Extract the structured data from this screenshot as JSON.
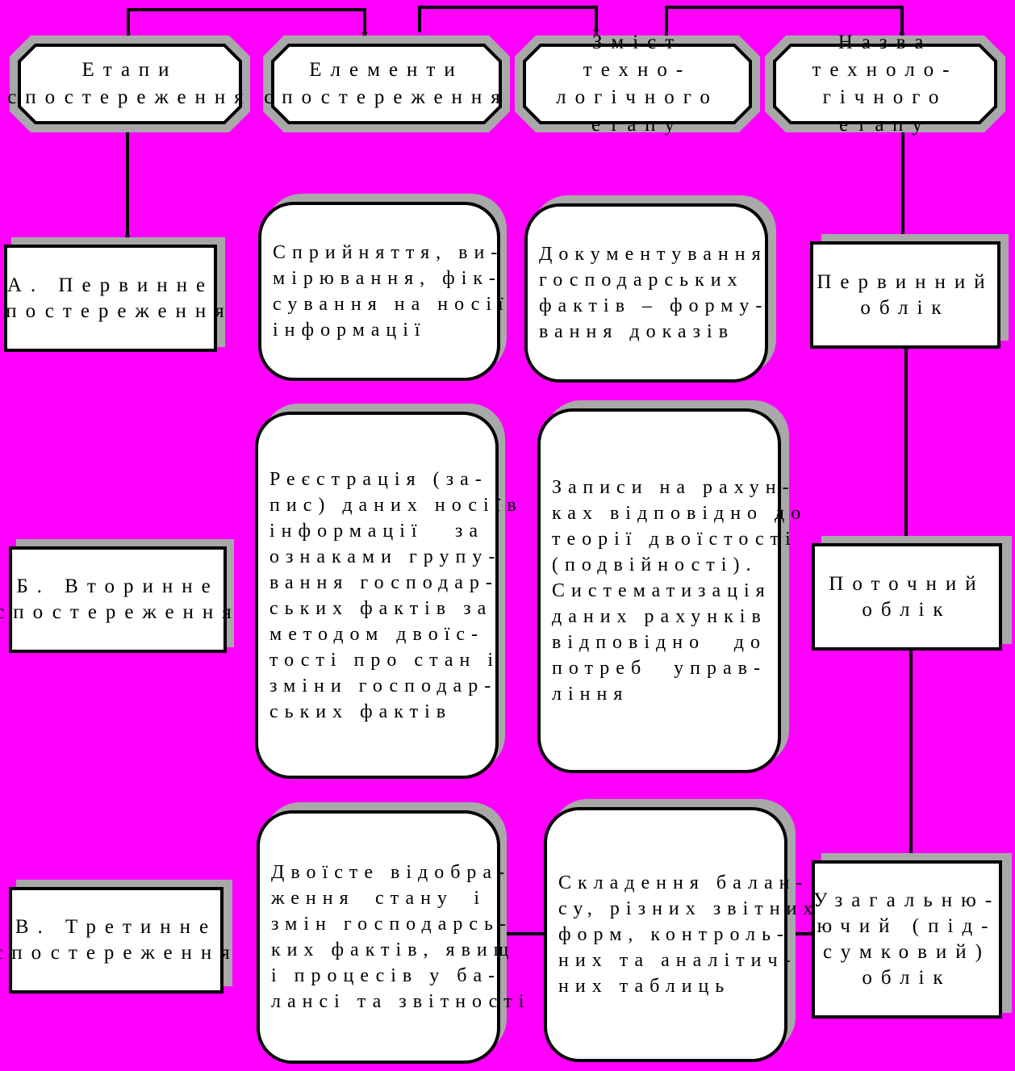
{
  "colors": {
    "background": "#ff00ff",
    "box_fill": "#ffffff",
    "shadow": "#a8a8a8",
    "line": "#000000"
  },
  "headers": [
    {
      "id": "stages",
      "text": "Етапи\nспостереження"
    },
    {
      "id": "elements",
      "text": "Елементи\nспостереження"
    },
    {
      "id": "content",
      "text": "Зміст техно-\nлогічного етапу"
    },
    {
      "id": "name",
      "text": "Назва техноло-\nгічного етапу"
    }
  ],
  "stages": [
    {
      "text": "А. Первинне\nспостереження"
    },
    {
      "text": "Б. Вторинне\nспостереження"
    },
    {
      "text": "В. Третинне\nспостереження"
    }
  ],
  "elements": [
    {
      "lines": [
        "Сприйняття, ви-",
        "мірювання, фік-",
        "сування на носії",
        "інформації"
      ]
    },
    {
      "lines": [
        "Реєстрація (за-",
        "пис) даних носіїв",
        "інформації за",
        "ознаками групу-",
        "вання господар-",
        "ських фактів за",
        "методом двоїс-",
        "тості про стан і",
        "зміни господар-",
        "ських фактів"
      ]
    },
    {
      "lines": [
        "Двоїсте відобра-",
        "ження стану і",
        "змін господарсь-",
        "ких фактів, явищ",
        "і процесів у ба-",
        "лансі та звітності"
      ]
    }
  ],
  "contents": [
    {
      "lines": [
        "Документування",
        "господарських",
        "фактів – форму-",
        "вання доказів"
      ]
    },
    {
      "lines": [
        "Записи на рахун-",
        "ках відповідно до",
        "теорії двоїстості",
        "(подвійності).",
        "Систематизація",
        "даних рахунків",
        "відповідно до",
        "потреб управ-",
        "ління"
      ]
    },
    {
      "lines": [
        "Складення балан-",
        "су, різних звітних",
        "форм, контроль-",
        "них та аналітич-",
        "них таблиць"
      ]
    }
  ],
  "names": [
    {
      "text": "Первинний\nоблік"
    },
    {
      "text": "Поточний\nоблік"
    },
    {
      "text": "Узагальню-\nючий (під-\nсумковий)\nоблік"
    }
  ]
}
